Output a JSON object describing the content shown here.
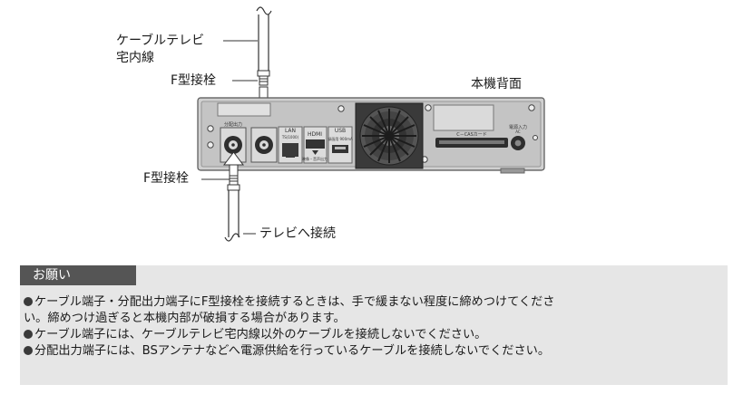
{
  "diagram": {
    "cable_label_line1": "ケーブルテレビ",
    "cable_label_line2": "宅内線",
    "f_connector_top": "F型接栓",
    "device_rear_label": "本機背面",
    "f_connector_bottom": "F型接栓",
    "to_tv_label": "テレビへ接続",
    "panel_labels": {
      "dist_out": "分配出力",
      "lan": "LAN",
      "lan_sub": "TS(1000)",
      "hdmi": "HDMI",
      "hdmi_sub": "映像・音声出力",
      "usb": "USB",
      "usb_sub": "録画用 900mA",
      "card": "C－CASカード",
      "power": "電源入力",
      "power_sub": "AC"
    }
  },
  "notice": {
    "title": "お願い",
    "items": [
      "ケーブル端子・分配出力端子にF型接栓を接続するときは、手で緩まない程度に締めつけてくださ",
      "い。締めつけ過ぎると本機内部が破損する場合があります。",
      "ケーブル端子には、ケーブルテレビ宅内線以外のケーブルを接続しないでください。",
      "分配出力端子には、BSアンテナなどへ電源供給を行っているケーブルを接続しないでください。"
    ]
  },
  "colors": {
    "notice_bg": "#e6e6e6",
    "notice_tab": "#555555",
    "device_body": "#c8c8c8",
    "device_dark": "#2e2e2e"
  }
}
